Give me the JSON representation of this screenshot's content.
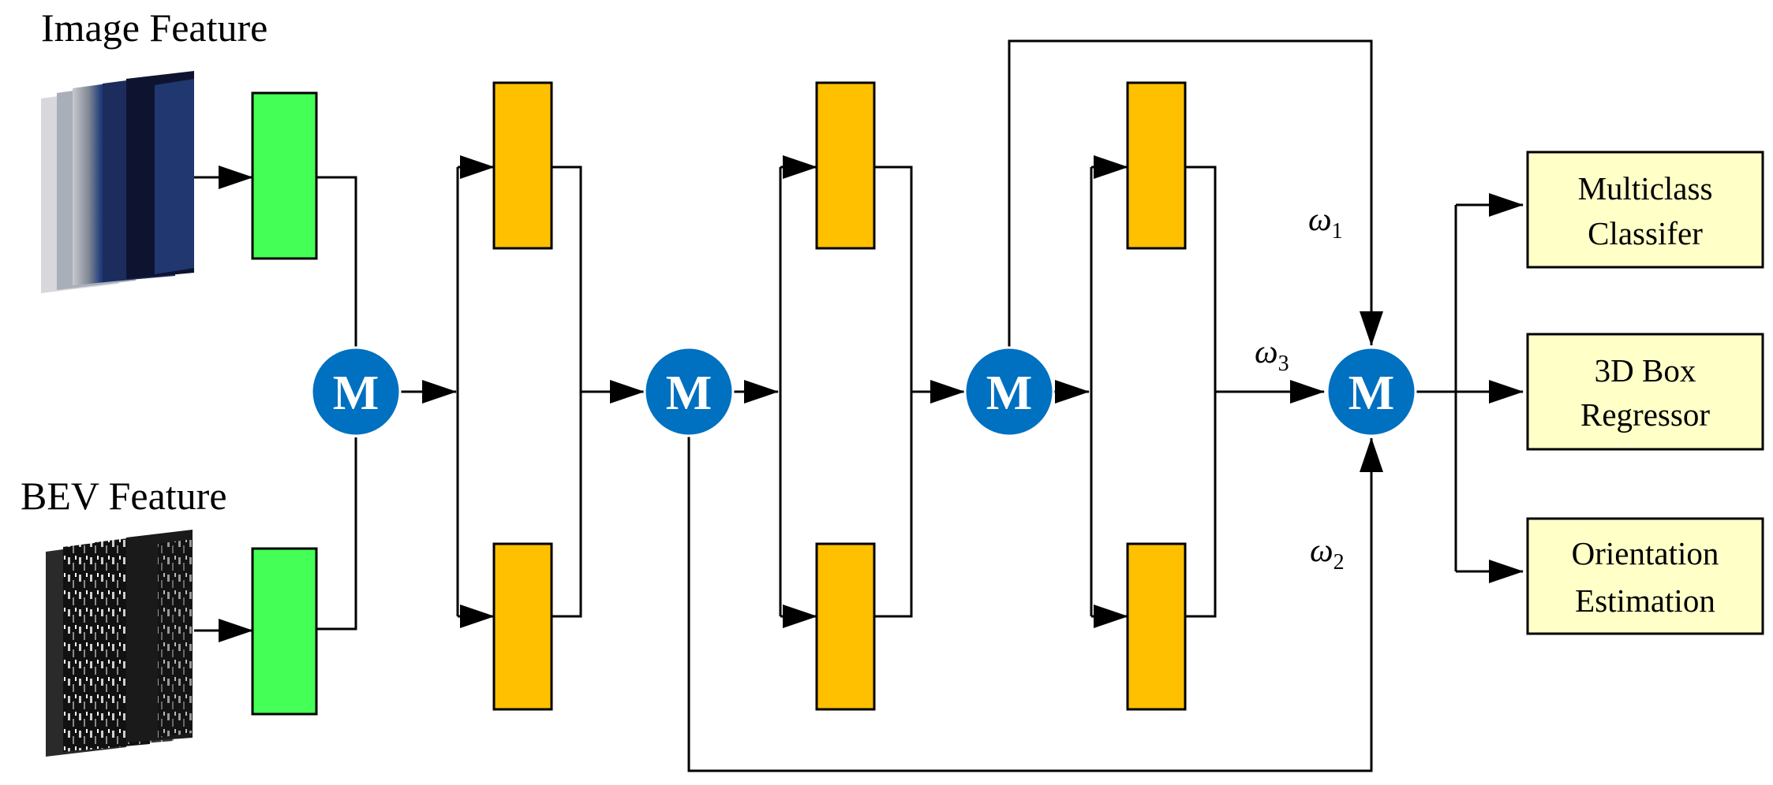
{
  "inputs": {
    "image_label": "Image Feature",
    "bev_label": "BEV Feature"
  },
  "merge_nodes": [
    {
      "label": "M"
    },
    {
      "label": "M"
    },
    {
      "label": "M"
    },
    {
      "label": "M"
    }
  ],
  "weights": [
    {
      "symbol": "ω",
      "subscript": "1"
    },
    {
      "symbol": "ω",
      "subscript": "2"
    },
    {
      "symbol": "ω",
      "subscript": "3"
    }
  ],
  "outputs": [
    {
      "line1": "Multiclass",
      "line2": "Classifer"
    },
    {
      "line1": "3D Box",
      "line2": "Regressor"
    },
    {
      "line1": "Orientation",
      "line2": "Estimation"
    }
  ],
  "colors": {
    "input_block": "#44ff55",
    "layer_block": "#ffc000",
    "merge_node": "#0070c0",
    "output_box": "#ffffc8",
    "line": "#000000"
  }
}
